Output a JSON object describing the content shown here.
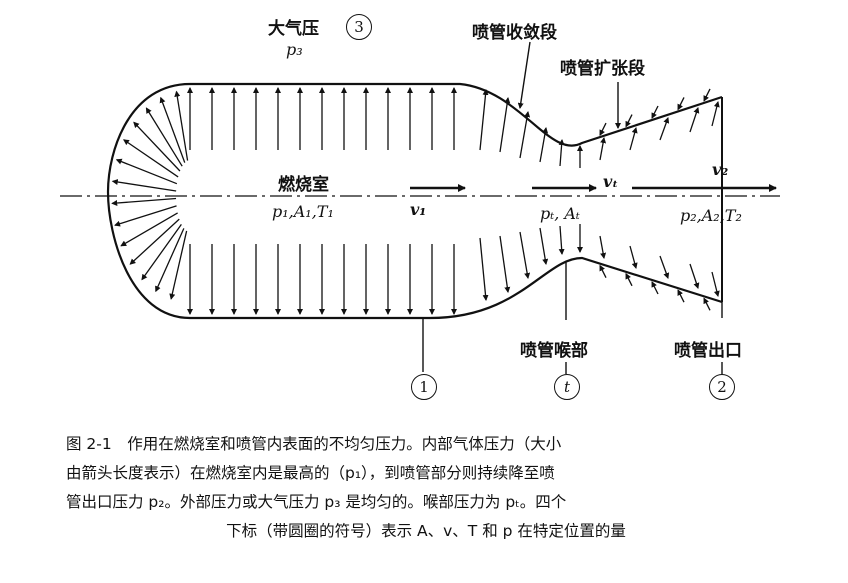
{
  "labels": {
    "atmosphere": "大气压",
    "atmosphere_num": "3",
    "p3": "p₃",
    "converging": "喷管收敛段",
    "diverging": "喷管扩张段",
    "chamber": "燃烧室",
    "v1": "v₁",
    "vt": "vₜ",
    "v2": "v₂",
    "p1": "p₁,A₁,T₁",
    "pt": "pₜ, Aₜ",
    "p2": "p₂,A₂,T₂",
    "throat": "喷管喉部",
    "exit": "喷管出口",
    "circle1": "1",
    "circle_t": "t",
    "circle2": "2"
  },
  "caption": {
    "line1": "图 2-1　作用在燃烧室和喷管内表面的不均匀压力。内部气体压力（大小",
    "line2": "由箭头长度表示）在燃烧室内是最高的（p₁），到喷管部分则持续降至喷",
    "line3": "管出口压力 p₂。外部压力或大气压力 p₃ 是均匀的。喉部压力为 pₜ。四个",
    "line4": "下标（带圆圈的符号）表示 A、v、T 和 p 在特定位置的量"
  },
  "colors": {
    "ink": "#111111"
  }
}
